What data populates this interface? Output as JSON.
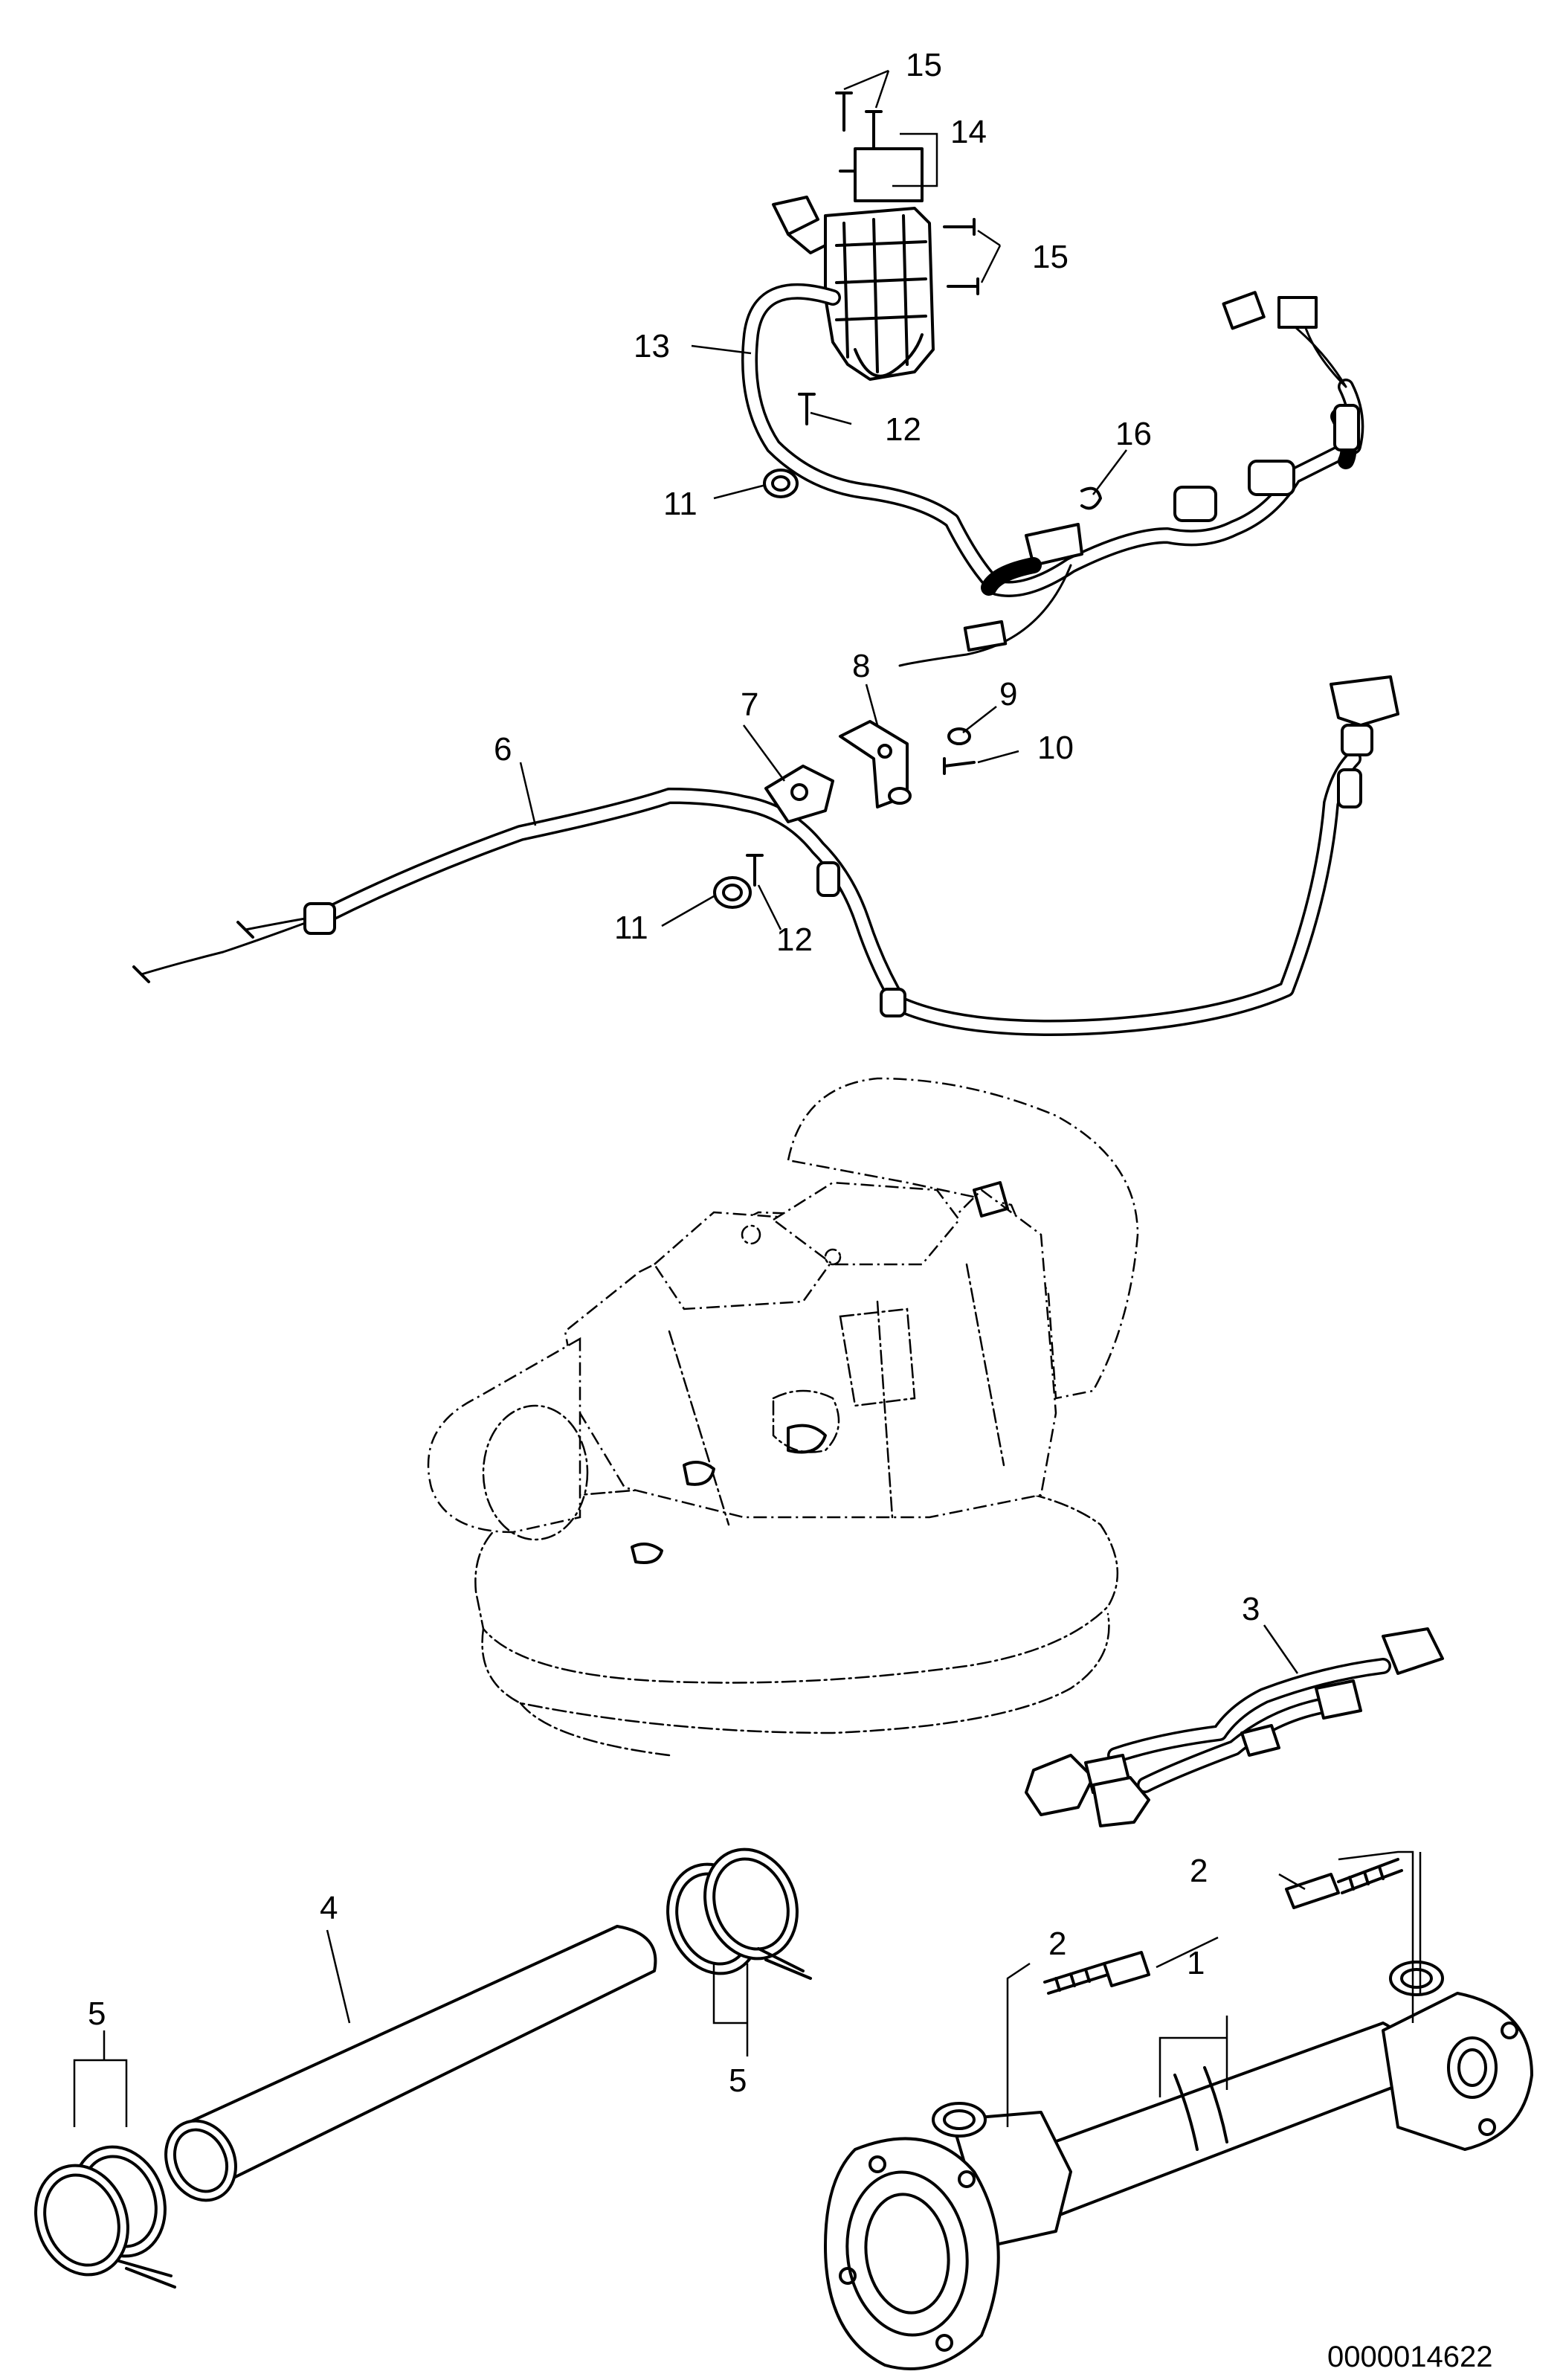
{
  "callouts": {
    "c1": "1",
    "c2a": "2",
    "c2b": "2",
    "c3": "3",
    "c4": "4",
    "c5a": "5",
    "c5b": "5",
    "c6": "6",
    "c7": "7",
    "c8": "8",
    "c9": "9",
    "c10": "10",
    "c11a": "11",
    "c11b": "11",
    "c12a": "12",
    "c12b": "12",
    "c13": "13",
    "c14": "14",
    "c15a": "15",
    "c15b": "15",
    "c16": "16"
  },
  "document_id": "0000014622"
}
